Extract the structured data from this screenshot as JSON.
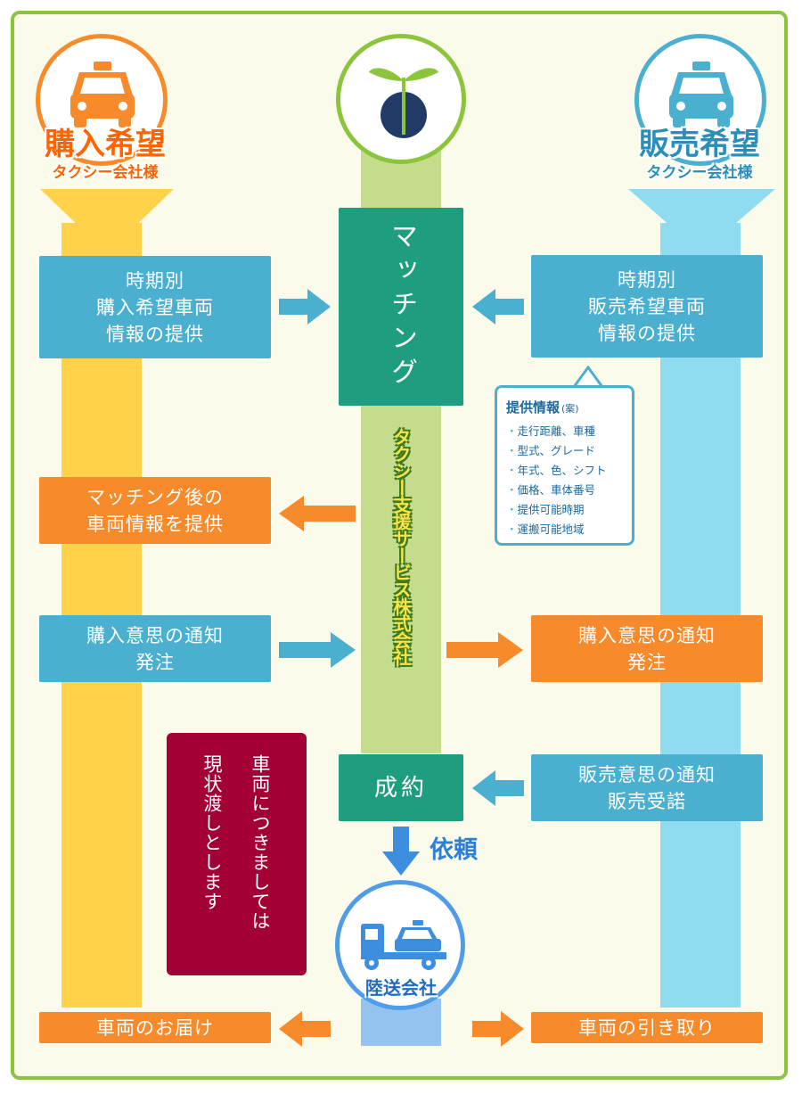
{
  "buyer": {
    "title": "購入希望",
    "subtitle": "タクシー会社様",
    "steps": {
      "s1": [
        "時期別",
        "購入希望車両",
        "情報の提供"
      ],
      "s2": [
        "マッチング後の",
        "車両情報を提供"
      ],
      "s3": [
        "購入意思の通知",
        "発注"
      ],
      "s4": "車両のお届け"
    }
  },
  "seller": {
    "title": "販売希望",
    "subtitle": "タクシー会社様",
    "steps": {
      "s1": [
        "時期別",
        "販売希望車両",
        "情報の提供"
      ],
      "s2": [
        "購入意思の通知",
        "発注"
      ],
      "s3": [
        "販売意思の通知",
        "販売受諾"
      ],
      "s4": "車両の引き取り"
    }
  },
  "center": {
    "matching": "マッチング",
    "company": "タクシー支援サービス株式会社",
    "contract": "成約",
    "request": "依頼",
    "transport": "陸送会社"
  },
  "provided_info": {
    "heading": "提供情報",
    "heading_note": "(案)",
    "items": [
      "走行距離、車種",
      "型式、グレード",
      "年式、色、シフト",
      "価格、車体番号",
      "提供可能時期",
      "運搬可能地域"
    ]
  },
  "note": {
    "col1": "車両につきましては",
    "col2": "現状渡しとします"
  },
  "colors": {
    "buyer_orange": "#f78a2a",
    "seller_blue": "#4bb0d0",
    "green": "#1f9e7f",
    "note_red": "#a30035",
    "border_green": "#8cc43c"
  }
}
